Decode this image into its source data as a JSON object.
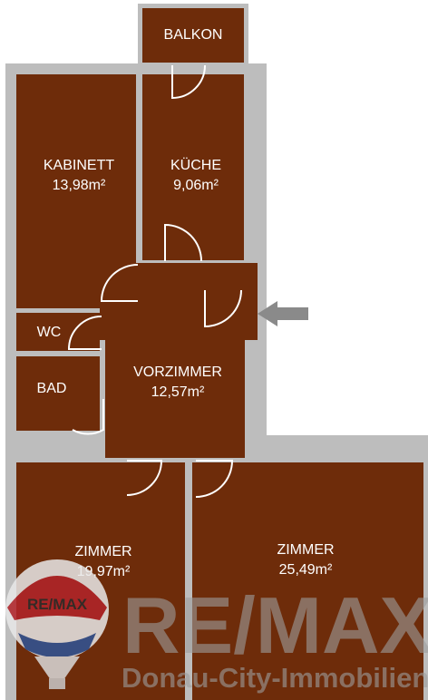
{
  "rooms": {
    "balkon": {
      "name": "BALKON"
    },
    "kabinett": {
      "name": "KABINETT",
      "area": "13,98m²"
    },
    "kueche": {
      "name": "KÜCHE",
      "area": "9,06m²"
    },
    "wc": {
      "name": "WC"
    },
    "bad": {
      "name": "BAD"
    },
    "vorzimmer": {
      "name": "VORZIMMER",
      "area": "12,57m²"
    },
    "zimmer_left": {
      "name": "ZIMMER",
      "area": "19,97m²"
    },
    "zimmer_right": {
      "name": "ZIMMER",
      "area": "25,49m²"
    }
  },
  "watermark": {
    "brand": "RE/MAX",
    "tagline": "Donau-City-Immobilien"
  },
  "colors": {
    "room_fill": "#6e2c0a",
    "wall": "#bdbdbd",
    "entrance_arrow": "#8a8a8a"
  },
  "icons": {
    "entrance": "left-arrow-icon",
    "logo": "hot-air-balloon-icon"
  }
}
